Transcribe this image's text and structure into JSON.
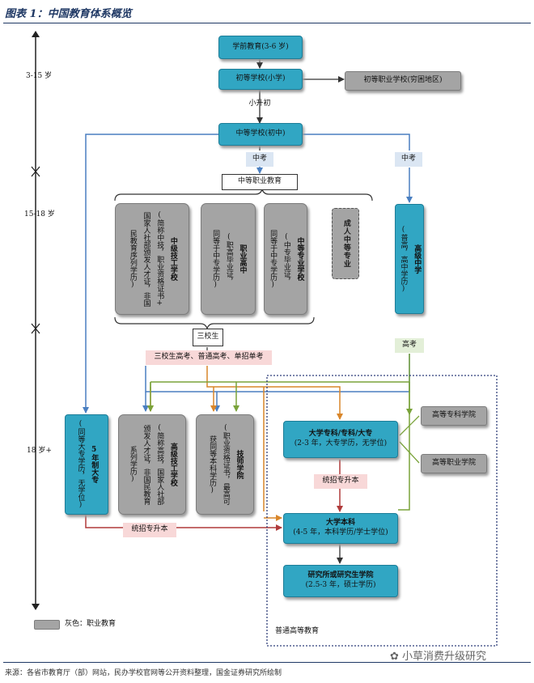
{
  "title": "图表 1：中国教育体系概览",
  "ages": [
    "3-15 岁",
    "15-18 岁",
    "18 岁+"
  ],
  "nodes": {
    "preschool": "学前教育(3-6 岁)",
    "primary": "初等学校(小学)",
    "primary_vocational": "初等职业学校(穷困地区)",
    "xiaoshengchu": "小升初",
    "junior_middle": "中等学校(初中)",
    "zhongkao_left": "中考",
    "zhongkao_right": "中考",
    "secondary_vocational": "中等职业教育",
    "tech_school": {
      "name": "中级技工学校",
      "detail_1": "(简称中技，职业资格证书+",
      "detail_2": "国家人社部颁发人才证，非国",
      "detail_3": "民教育序列学历)"
    },
    "vocational_high": {
      "name": "职业高中",
      "detail_1": "(职高毕业证，",
      "detail_2": "同等于中专学历)"
    },
    "secondary_specialized": {
      "name": "中等专业学校",
      "detail_1": "(中专毕业证，",
      "detail_2": "同等于中专学历)"
    },
    "adult_secondary": "成人中等专业",
    "high_school": {
      "name": "高级中学",
      "detail": "(普高，高中学历)"
    },
    "sanxiaosheng": "三校生",
    "sanxiao_exams": "三校生高考、普通高考、单招单考",
    "gaokao": "高考",
    "five_year": {
      "name": "5年制大专",
      "detail": "(同等大专学历，无学位)"
    },
    "senior_tech": {
      "name": "高级技工学校",
      "detail_1": "(简称高技，国家人社部",
      "detail_2": "颁发人才证，非国民教育",
      "detail_3": "系列学历)"
    },
    "technician_college": {
      "name": "技师学院",
      "detail_1": "(职业资格证书，最高可",
      "detail_2": "获同等本科学历)"
    },
    "college_diploma": {
      "name": "大学专科/专科/大专",
      "detail": "(2-3 年，大专学历，无学位)"
    },
    "higher_specialized": "高等专科学院",
    "higher_vocational": "高等职业学院",
    "tongzhao_1": "统招专升本",
    "undergraduate": {
      "name": "大学本科",
      "detail": "(4-5 年，本科学历/学士学位)"
    },
    "tongzhao_2": "统招专升本",
    "graduate": {
      "name": "研究所或研究生学院",
      "detail": "(2.5-3 年，硕士学历)"
    },
    "general_higher_ed": "普通高等教育"
  },
  "legend": {
    "label": "灰色：职业教育"
  },
  "source": "来源：各省市教育厅（部）网站，民办学校官网等公开资料整理，国金证券研究所绘制",
  "watermark": "小草消费升级研究",
  "colors": {
    "teal": "#31a6c3",
    "grey": "#a4a4a4",
    "pink": "#f8d8d8",
    "blue_arrow": "#4a7fc1",
    "orange_arrow": "#d9862a",
    "green_arrow": "#7aa33a",
    "red_arrow": "#b03a3a"
  }
}
